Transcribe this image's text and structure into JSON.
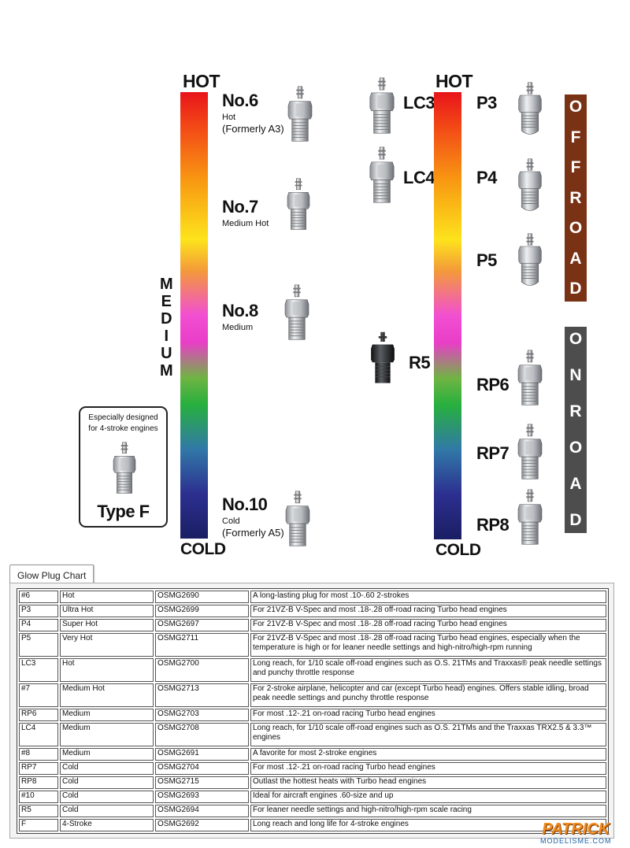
{
  "left_scale": {
    "top_label": "HOT",
    "bottom_label": "COLD",
    "side_label": "MEDIUM",
    "plugs": [
      {
        "name": "No.6",
        "line1": "Hot",
        "line2": "(Formerly A3)"
      },
      {
        "name": "No.7",
        "line1": "Medium Hot",
        "line2": ""
      },
      {
        "name": "No.8",
        "line1": "Medium",
        "line2": ""
      },
      {
        "name": "No.10",
        "line1": "Cold",
        "line2": "(Formerly A5)"
      }
    ]
  },
  "type_f_box": {
    "line1": "Especially designed",
    "line2": "for 4-stroke engines",
    "name": "Type F"
  },
  "middle_plugs": [
    "LC3",
    "LC4",
    "R5"
  ],
  "right_scale": {
    "top_label": "HOT",
    "bottom_label": "COLD",
    "plugs": [
      "P3",
      "P4",
      "P5",
      "RP6",
      "RP7",
      "RP8"
    ]
  },
  "off_road": "OFFROAD",
  "on_road": "ONROAD",
  "colors": {
    "off_road_bg": "#7a3214",
    "on_road_bg": "#4d4d4d"
  },
  "tab": {
    "label": "Glow Plug Chart"
  },
  "table_rows": [
    [
      "#6",
      "Hot",
      "OSMG2690",
      "A long-lasting plug for most .10-.60 2-strokes"
    ],
    [
      "P3",
      "Ultra Hot",
      "OSMG2699",
      "For 21VZ-B V-Spec and most .18-.28 off-road racing Turbo head engines"
    ],
    [
      "P4",
      "Super Hot",
      "OSMG2697",
      "For 21VZ-B V-Spec and most .18-.28 off-road racing Turbo head engines"
    ],
    [
      "P5",
      "Very Hot",
      "OSMG2711",
      "For 21VZ-B V-Spec and most .18-.28 off-road racing Turbo head engines, especially when the temperature is high or for leaner needle settings and high-nitro/high-rpm running"
    ],
    [
      "LC3",
      "Hot",
      "OSMG2700",
      "Long reach, for 1/10 scale off-road engines such as O.S. 21TMs and Traxxas® peak needle settings and punchy throttle response"
    ],
    [
      "#7",
      "Medium Hot",
      "OSMG2713",
      "For 2-stroke airplane, helicopter and car (except Turbo head) engines. Offers stable idling, broad peak needle settings and punchy throttle response"
    ],
    [
      "RP6",
      "Medium",
      "OSMG2703",
      "For most .12-.21 on-road racing Turbo head engines"
    ],
    [
      "LC4",
      "Medium",
      "OSMG2708",
      "Long reach, for 1/10 scale off-road engines such as O.S. 21TMs and the Traxxas TRX2.5 & 3.3™ engines"
    ],
    [
      "#8",
      "Medium",
      "OSMG2691",
      "A favorite for most 2-stroke engines"
    ],
    [
      "RP7",
      "Cold",
      "OSMG2704",
      "For most .12-.21 on-road racing Turbo head engines"
    ],
    [
      "RP8",
      "Cold",
      "OSMG2715",
      "Outlast the hottest heats with Turbo head engines"
    ],
    [
      "#10",
      "Cold",
      "OSMG2693",
      "Ideal for aircraft engines .60-size and up"
    ],
    [
      "R5",
      "Cold",
      "OSMG2694",
      "For leaner needle settings and high-nitro/high-rpm scale racing"
    ],
    [
      "F",
      "4-Stroke",
      "OSMG2692",
      "Long reach and long life for 4-stroke engines"
    ]
  ],
  "watermark": {
    "brand": "PATRICK",
    "site": "MODELISME.COM"
  }
}
